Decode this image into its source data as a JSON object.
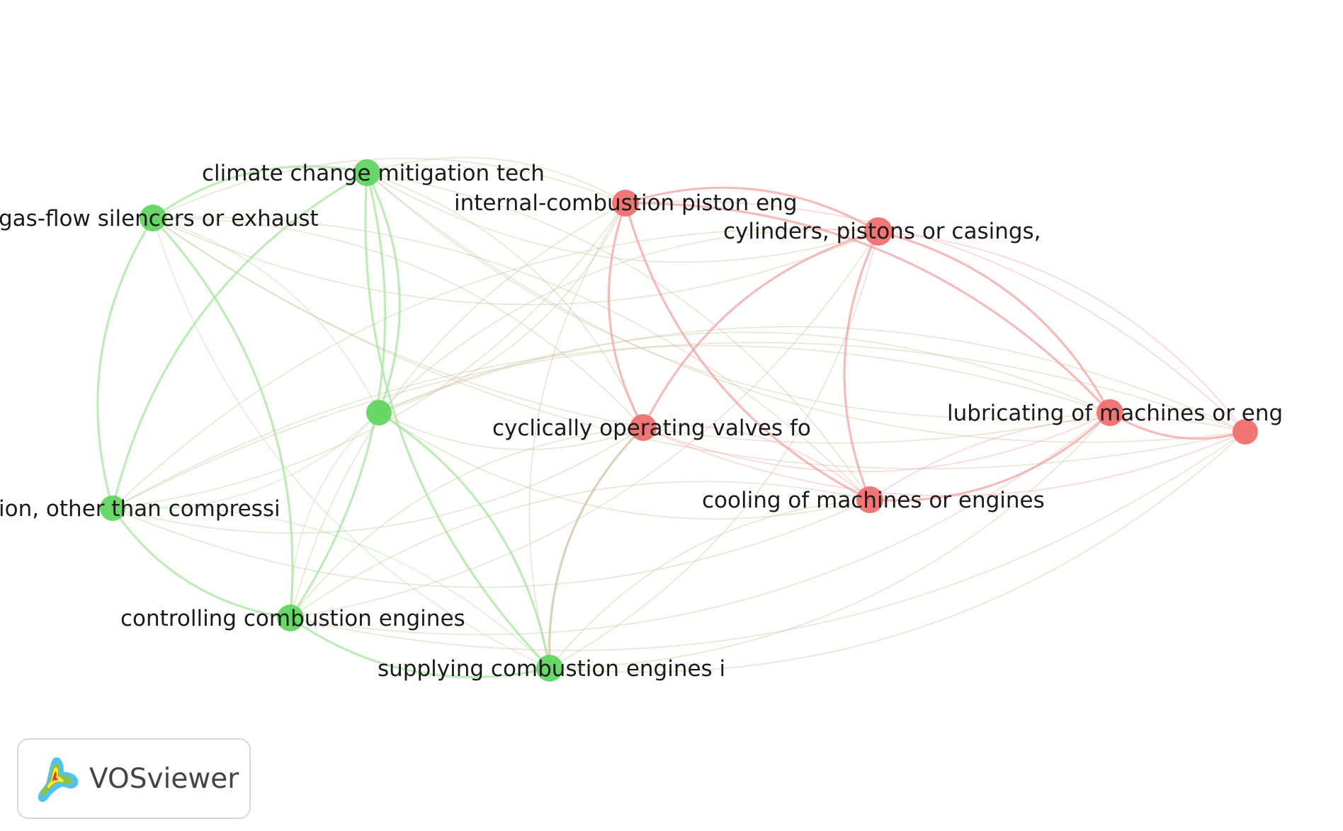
{
  "brand": {
    "name": "VOSviewer",
    "logo_icon": "vosviewer-logo-icon"
  },
  "colors": {
    "cluster1": "#f06b6b",
    "cluster2": "#5cd45c",
    "edge_cluster1": "#f3a3a3",
    "edge_cluster2": "#a8e6a0",
    "edge_mixed": "#cfc3a0"
  },
  "nodes": [
    {
      "id": "climate",
      "label": "climate change mitigation tech",
      "cluster": 2
    },
    {
      "id": "gasflow",
      "label": "gas-flow silencers or exhaust",
      "cluster": 2
    },
    {
      "id": "center",
      "label": "",
      "cluster": 2
    },
    {
      "id": "other",
      "label": "ion, other than compressi",
      "cluster": 2
    },
    {
      "id": "controlling",
      "label": "controlling combustion engines",
      "cluster": 2
    },
    {
      "id": "supplying",
      "label": "supplying combustion engines i",
      "cluster": 2
    },
    {
      "id": "internal",
      "label": "internal-combustion piston eng",
      "cluster": 1
    },
    {
      "id": "cylinders",
      "label": "cylinders, pistons or casings,",
      "cluster": 1
    },
    {
      "id": "cyclical",
      "label": "cyclically operating valves fo",
      "cluster": 1
    },
    {
      "id": "lubricating",
      "label": "lubricating of machines or eng",
      "cluster": 1
    },
    {
      "id": "cooling",
      "label": "cooling of machines or engines",
      "cluster": 1
    },
    {
      "id": "rightmost",
      "label": "",
      "cluster": 1
    }
  ]
}
